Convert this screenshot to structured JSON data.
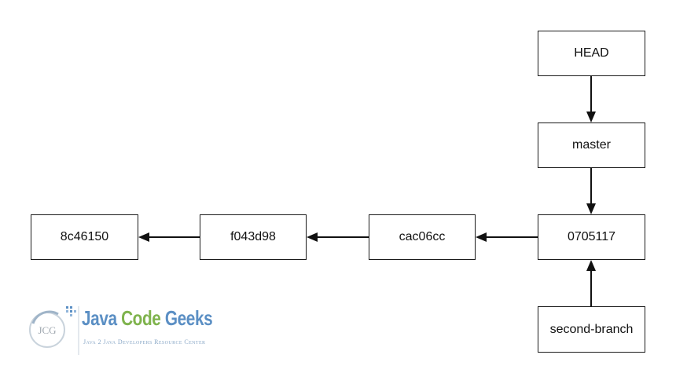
{
  "nodes": {
    "head": "HEAD",
    "master": "master",
    "c0705117": "0705117",
    "second_branch": "second-branch",
    "cac06cc": "cac06cc",
    "f043d98": "f043d98",
    "c8c46150": "8c46150"
  },
  "edges": [
    {
      "from": "HEAD",
      "to": "master"
    },
    {
      "from": "master",
      "to": "0705117"
    },
    {
      "from": "second-branch",
      "to": "0705117"
    },
    {
      "from": "0705117",
      "to": "cac06cc"
    },
    {
      "from": "cac06cc",
      "to": "f043d98"
    },
    {
      "from": "f043d98",
      "to": "8c46150"
    }
  ],
  "logo": {
    "word1": "Java",
    "word2": "Code",
    "word3": "Geeks",
    "tagline": "Java 2 Java Developers Resource Center",
    "emblem": "JCG",
    "colors": {
      "blue": "#5b8fc4",
      "green": "#7fb34d",
      "grey": "#9aa6b2"
    }
  }
}
